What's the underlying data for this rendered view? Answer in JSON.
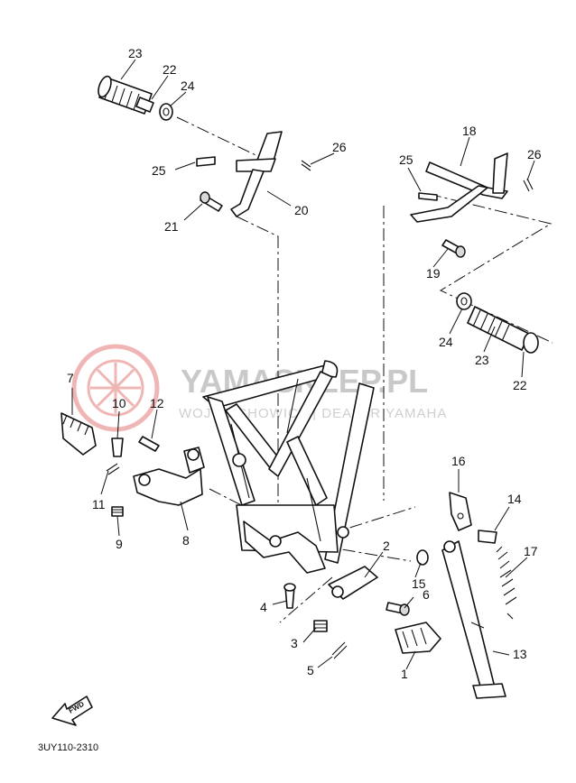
{
  "watermark": {
    "title": "YAMASKLEP.PL",
    "subtitle": "WOJCIECHOWICZ | DEALER YAMAHA",
    "logo_color": "#e06060"
  },
  "fwd_label": "FWD",
  "drawing_code": "3UY110-2310",
  "callouts": {
    "c23a": "23",
    "c22a": "22",
    "c24a": "24",
    "c25a": "25",
    "c26a": "26",
    "c20": "20",
    "c21": "21",
    "c18": "18",
    "c25b": "25",
    "c26b": "26",
    "c19": "19",
    "c24b": "24",
    "c23b": "23",
    "c22b": "22",
    "c7": "7",
    "c10": "10",
    "c12": "12",
    "c11": "11",
    "c9": "9",
    "c8": "8",
    "c16": "16",
    "c14": "14",
    "c17": "17",
    "c15": "15",
    "c2": "2",
    "c4": "4",
    "c6": "6",
    "c3": "3",
    "c5": "5",
    "c1": "1",
    "c13": "13"
  }
}
